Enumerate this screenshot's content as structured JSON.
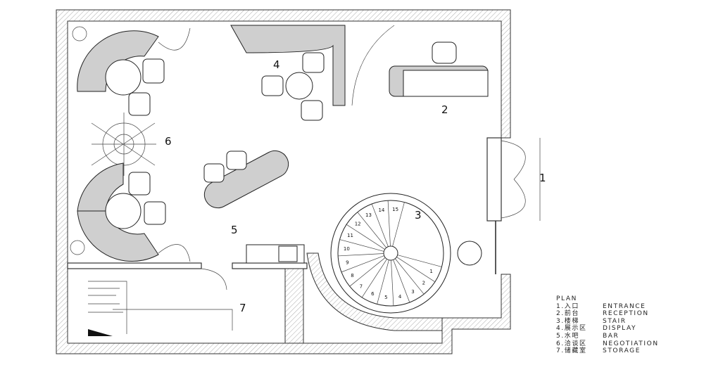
{
  "zones": [
    {
      "id": "1",
      "label": "1"
    },
    {
      "id": "2",
      "label": "2"
    },
    {
      "id": "3",
      "label": "3"
    },
    {
      "id": "4",
      "label": "4"
    },
    {
      "id": "5",
      "label": "5"
    },
    {
      "id": "6",
      "label": "6"
    },
    {
      "id": "7",
      "label": "7"
    }
  ],
  "stair_steps": [
    "1",
    "2",
    "3",
    "4",
    "5",
    "6",
    "7",
    "8",
    "9",
    "10",
    "11",
    "12",
    "13",
    "14",
    "15"
  ],
  "legend": {
    "title": "PLAN",
    "items": [
      {
        "cn": "1.入口",
        "en": "ENTRANCE"
      },
      {
        "cn": "2.前台",
        "en": "RECEPTION"
      },
      {
        "cn": "3.楼梯",
        "en": "STAIR"
      },
      {
        "cn": "4.展示区",
        "en": "DISPLAY"
      },
      {
        "cn": "5.水吧",
        "en": "BAR"
      },
      {
        "cn": "6.洽谈区",
        "en": "NEGOTIATION"
      },
      {
        "cn": "7.储藏室",
        "en": "STORAGE"
      }
    ]
  }
}
